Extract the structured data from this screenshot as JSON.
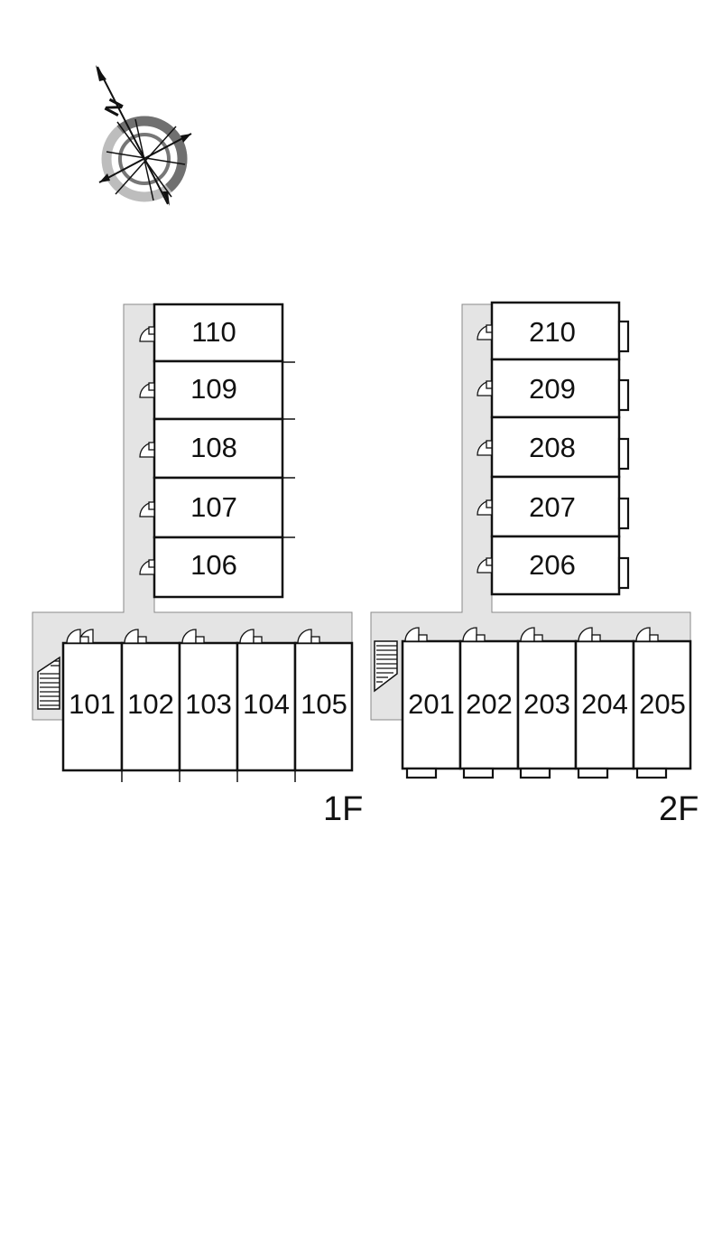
{
  "compass": {
    "north_letter": "N",
    "icon": "compass-rose-icon"
  },
  "floors": [
    {
      "label": "1F",
      "units_vertical": [
        "110",
        "109",
        "108",
        "107",
        "106"
      ],
      "units_horizontal": [
        "101",
        "102",
        "103",
        "104",
        "105"
      ],
      "stair_icon": "staircase-icon"
    },
    {
      "label": "2F",
      "units_vertical": [
        "210",
        "209",
        "208",
        "207",
        "206"
      ],
      "units_horizontal": [
        "201",
        "202",
        "203",
        "204",
        "205"
      ],
      "stair_icon": "staircase-icon"
    }
  ],
  "colors": {
    "corridor": "#e4e4e4",
    "wall": "#111111",
    "compass_ring_outer": "#9a9a9a",
    "compass_ring_inner": "#5a5a5a"
  }
}
